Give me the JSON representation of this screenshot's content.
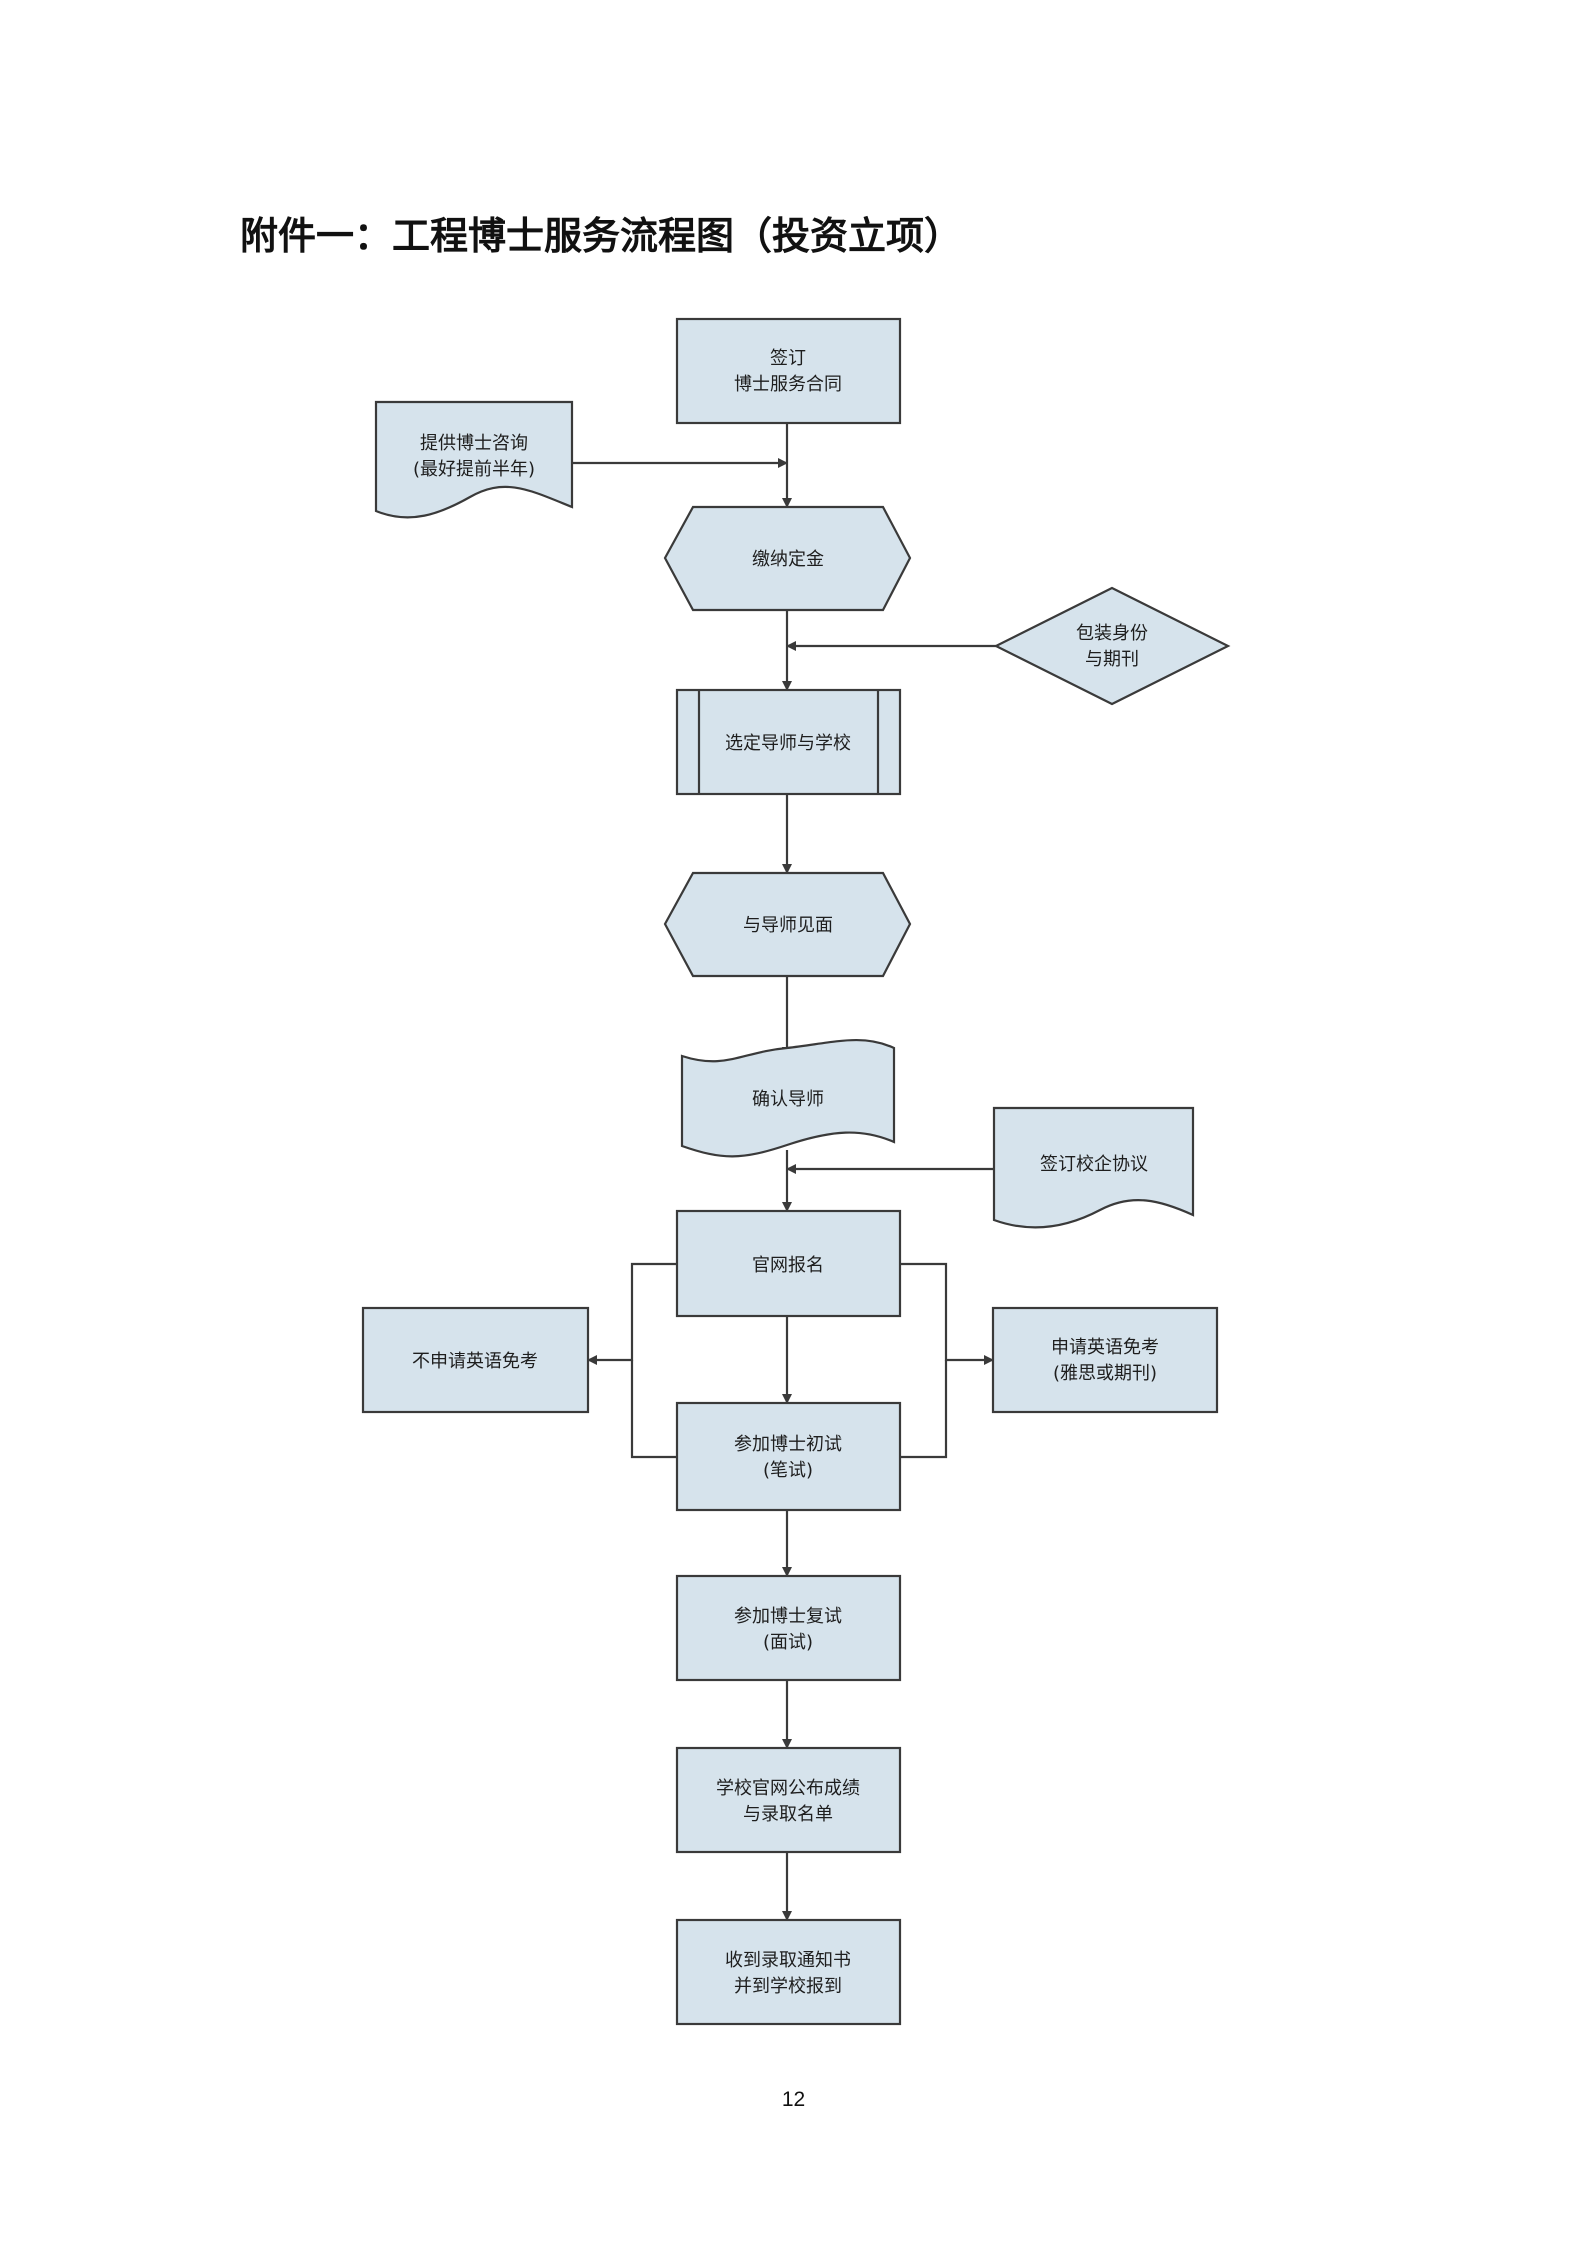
{
  "page": {
    "title": "附件一：工程博士服务流程图（投资立项）",
    "number": "12"
  },
  "colors": {
    "node_fill": "#d6e3ec",
    "node_stroke": "#3a3a3a",
    "edge": "#3a3a3a"
  },
  "flowchart": {
    "nodes": {
      "sign_contract": {
        "shape": "process",
        "lines": [
          "签订",
          "博士服务合同"
        ]
      },
      "consult": {
        "shape": "document",
        "lines": [
          "提供博士咨询",
          "(最好提前半年)"
        ]
      },
      "deposit": {
        "shape": "preparation",
        "lines": [
          "缴纳定金"
        ]
      },
      "package": {
        "shape": "decision",
        "lines": [
          "包装身份",
          "与期刊"
        ]
      },
      "select_advisor": {
        "shape": "predefined",
        "lines": [
          "选定导师与学校"
        ]
      },
      "meet_advisor": {
        "shape": "preparation",
        "lines": [
          "与导师见面"
        ]
      },
      "confirm_advisor": {
        "shape": "tape",
        "lines": [
          "确认导师"
        ]
      },
      "school_agreement": {
        "shape": "document",
        "lines": [
          "签订校企协议"
        ]
      },
      "register": {
        "shape": "process",
        "lines": [
          "官网报名"
        ]
      },
      "no_exempt": {
        "shape": "process",
        "lines": [
          "不申请英语免考"
        ]
      },
      "apply_exempt": {
        "shape": "process",
        "lines": [
          "申请英语免考",
          "(雅思或期刊)"
        ]
      },
      "written_exam": {
        "shape": "process",
        "lines": [
          "参加博士初试",
          "(笔试)"
        ]
      },
      "interview": {
        "shape": "process",
        "lines": [
          "参加博士复试",
          "(面试)"
        ]
      },
      "results": {
        "shape": "process",
        "lines": [
          "学校官网公布成绩",
          "与录取名单"
        ]
      },
      "enroll": {
        "shape": "process",
        "lines": [
          "收到录取通知书",
          "并到学校报到"
        ]
      }
    },
    "edges": [
      [
        "consult",
        "sign_contract→deposit"
      ],
      [
        "sign_contract",
        "deposit"
      ],
      [
        "deposit",
        "select_advisor"
      ],
      [
        "package",
        "deposit→select_advisor"
      ],
      [
        "select_advisor",
        "meet_advisor"
      ],
      [
        "meet_advisor",
        "confirm_advisor"
      ],
      [
        "confirm_advisor",
        "register"
      ],
      [
        "school_agreement",
        "confirm_advisor→register"
      ],
      [
        "register",
        "written_exam"
      ],
      [
        "register",
        "no_exempt"
      ],
      [
        "written_exam",
        "no_exempt"
      ],
      [
        "register",
        "apply_exempt"
      ],
      [
        "written_exam",
        "apply_exempt"
      ],
      [
        "written_exam",
        "interview"
      ],
      [
        "interview",
        "results"
      ],
      [
        "results",
        "enroll"
      ]
    ]
  }
}
